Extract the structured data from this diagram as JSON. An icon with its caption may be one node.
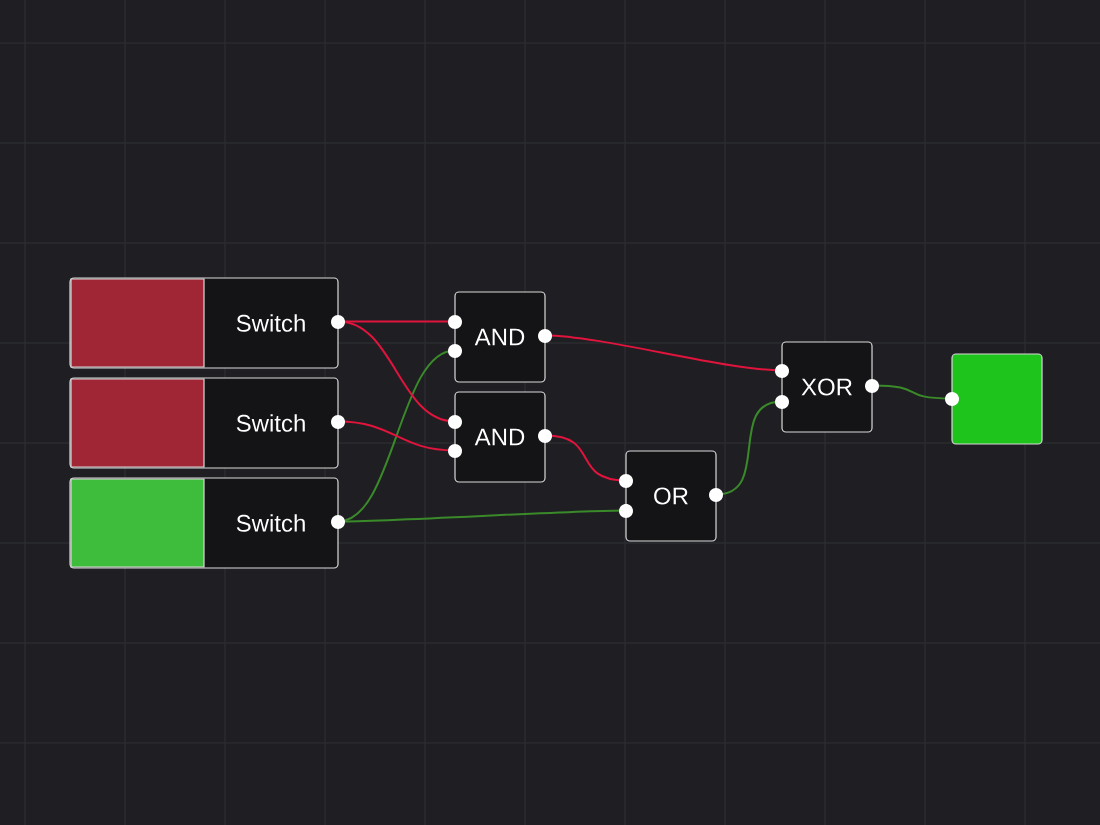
{
  "diagram": {
    "nodes": [
      {
        "text": [
          "Switch"
        ]
      },
      {
        "text": [
          "Switch"
        ]
      },
      {
        "text": [
          "Switch"
        ]
      },
      {
        "text": [
          "AND"
        ]
      },
      {
        "text": [
          "AND"
        ]
      },
      {
        "text": [
          "OR"
        ]
      },
      {
        "text": [
          "XOR"
        ]
      },
      {
        "text": [],
        "shape": "box"
      }
    ],
    "edges": [
      {
        "from": 0,
        "to": 3,
        "arrow": "none"
      },
      {
        "from": 2,
        "to": 3,
        "arrow": "none",
        "color": "#3a8a2a"
      },
      {
        "from": 0,
        "to": 4,
        "arrow": "none"
      },
      {
        "from": 1,
        "to": 4,
        "arrow": "none"
      },
      {
        "from": 4,
        "to": 5,
        "arrow": "none"
      },
      {
        "from": 2,
        "to": 5,
        "arrow": "none",
        "color": "#3a8a2a"
      },
      {
        "from": 3,
        "to": 6,
        "arrow": "none"
      },
      {
        "from": 5,
        "to": 6,
        "arrow": "none",
        "color": "#3a8a2a"
      },
      {
        "from": 6,
        "to": 7,
        "arrow": "none",
        "color": "#3a8a2a"
      }
    ]
  }
}
